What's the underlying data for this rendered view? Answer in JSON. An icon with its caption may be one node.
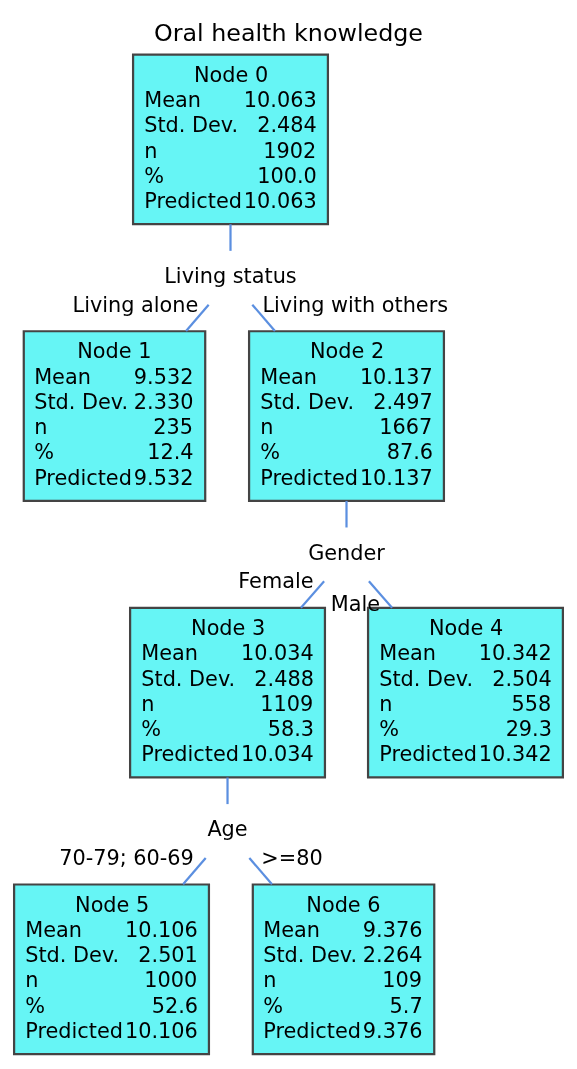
{
  "diagram": {
    "title": "Oral health knowledge",
    "nodes": [
      {
        "text": [
          "Node 0",
          "Mean",
          "10.063",
          "Std. Dev.",
          "2.484",
          "n",
          "1902",
          "%",
          "100.0",
          "Predicted",
          "10.063"
        ]
      },
      {
        "text": [
          "Living status"
        ]
      },
      {
        "text": [
          "Node 1",
          "Mean",
          "9.532",
          "Std. Dev.",
          "2.330",
          "n",
          "235",
          "%",
          "12.4",
          "Predicted",
          "9.532"
        ]
      },
      {
        "text": [
          "Node 2",
          "Mean",
          "10.137",
          "Std. Dev.",
          "2.497",
          "n",
          "1667",
          "%",
          "87.6",
          "Predicted",
          "10.137"
        ]
      },
      {
        "text": [
          "Gender"
        ]
      },
      {
        "text": [
          "Node 3",
          "Mean",
          "10.034",
          "Std. Dev.",
          "2.488",
          "n",
          "1109",
          "%",
          "58.3",
          "Predicted",
          "10.034"
        ]
      },
      {
        "text": [
          "Node 4",
          "Mean",
          "10.342",
          "Std. Dev.",
          "2.504",
          "n",
          "558",
          "%",
          "29.3",
          "Predicted",
          "10.342"
        ]
      },
      {
        "text": [
          "Age"
        ]
      },
      {
        "text": [
          "Node 5",
          "Mean",
          "10.106",
          "Std. Dev.",
          "2.501",
          "n",
          "1000",
          "%",
          "52.6",
          "Predicted",
          "10.106"
        ]
      },
      {
        "text": [
          "Node 6",
          "Mean",
          "9.376",
          "Std. Dev.",
          "2.264",
          "n",
          "109",
          "%",
          "5.7",
          "Predicted",
          "9.376"
        ]
      }
    ],
    "edges": [
      {
        "from": 0,
        "to": 1,
        "arrow": "none"
      },
      {
        "from": 1,
        "to": 2,
        "arrow": "none",
        "label": "Living alone"
      },
      {
        "from": 1,
        "to": 3,
        "arrow": "none",
        "label": "Living with others"
      },
      {
        "from": 3,
        "to": 4,
        "arrow": "none"
      },
      {
        "from": 4,
        "to": 5,
        "arrow": "none",
        "label": "Female"
      },
      {
        "from": 4,
        "to": 6,
        "arrow": "none",
        "label": "Male"
      },
      {
        "from": 5,
        "to": 7,
        "arrow": "none"
      },
      {
        "from": 7,
        "to": 8,
        "arrow": "none",
        "label": "70-79; 60-69"
      },
      {
        "from": 7,
        "to": 9,
        "arrow": "none",
        "label": ">=80"
      }
    ]
  }
}
